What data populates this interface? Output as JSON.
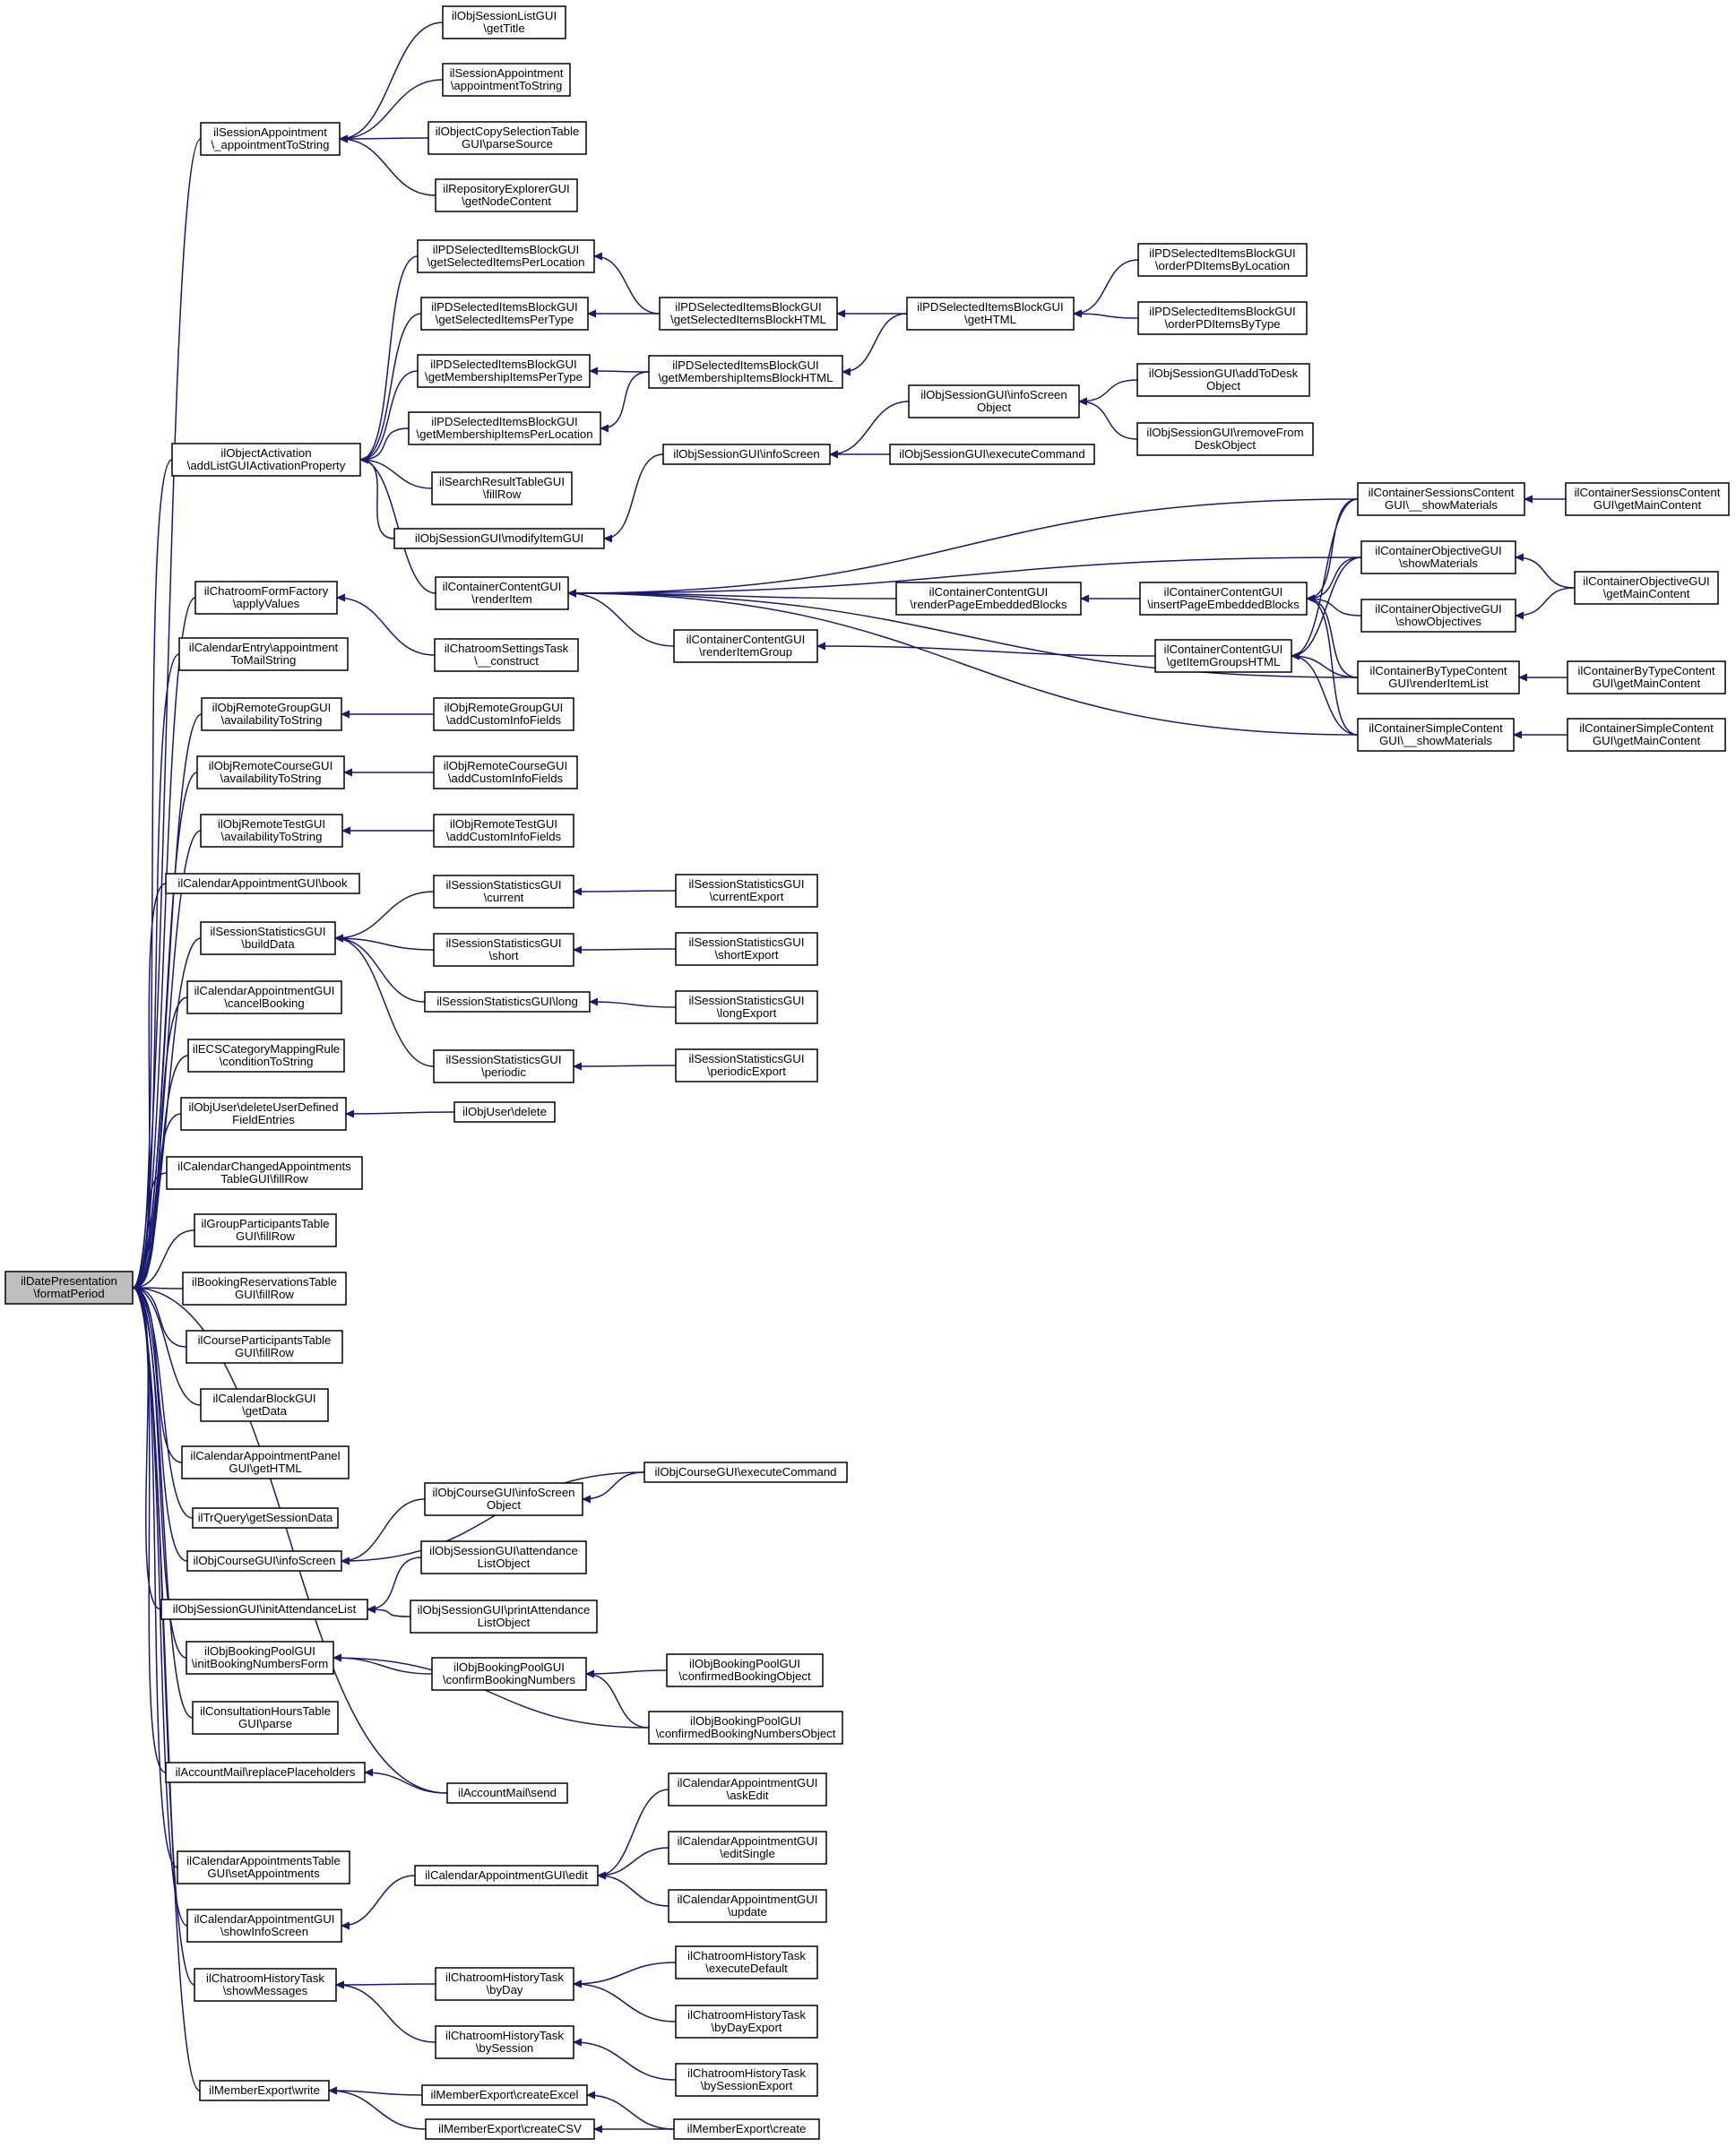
{
  "graph_type": "caller graph",
  "colors": {
    "edge": "#191970",
    "node_border": "#000000",
    "node_fill": "#ffffff",
    "root_fill": "#bfbfbf"
  },
  "nodes": [
    {
      "id": "root",
      "lines": [
        "ilDatePresentation",
        "\\formatPeriod"
      ]
    },
    {
      "id": "sa_ats",
      "lines": [
        "ilSessionAppointment",
        "\\_appointmentToString"
      ]
    },
    {
      "id": "sl_gettitle",
      "lines": [
        "ilObjSessionListGUI",
        "\\getTitle"
      ]
    },
    {
      "id": "sa_ats2",
      "lines": [
        "ilSessionAppointment",
        "\\appointmentToString"
      ]
    },
    {
      "id": "ocst_parse",
      "lines": [
        "ilObjectCopySelectionTable",
        "GUI\\parseSource"
      ]
    },
    {
      "id": "rex_node",
      "lines": [
        "ilRepositoryExplorerGUI",
        "\\getNodeContent"
      ]
    },
    {
      "id": "oa_add",
      "lines": [
        "ilObjectActivation",
        "\\addListGUIActivationProperty"
      ]
    },
    {
      "id": "pd_sel_loc",
      "lines": [
        "ilPDSelectedItemsBlockGUI",
        "\\getSelectedItemsPerLocation"
      ]
    },
    {
      "id": "pd_sel_type",
      "lines": [
        "ilPDSelectedItemsBlockGUI",
        "\\getSelectedItemsPerType"
      ]
    },
    {
      "id": "pd_mem_type",
      "lines": [
        "ilPDSelectedItemsBlockGUI",
        "\\getMembershipItemsPerType"
      ]
    },
    {
      "id": "pd_mem_loc",
      "lines": [
        "ilPDSelectedItemsBlockGUI",
        "\\getMembershipItemsPerLocation"
      ]
    },
    {
      "id": "pd_sel_html",
      "lines": [
        "ilPDSelectedItemsBlockGUI",
        "\\getSelectedItemsBlockHTML"
      ]
    },
    {
      "id": "pd_mem_html",
      "lines": [
        "ilPDSelectedItemsBlockGUI",
        "\\getMembershipItemsBlockHTML"
      ]
    },
    {
      "id": "pd_html",
      "lines": [
        "ilPDSelectedItemsBlockGUI",
        "\\getHTML"
      ]
    },
    {
      "id": "pd_order_loc",
      "lines": [
        "ilPDSelectedItemsBlockGUI",
        "\\orderPDItemsByLocation"
      ]
    },
    {
      "id": "pd_order_type",
      "lines": [
        "ilPDSelectedItemsBlockGUI",
        "\\orderPDItemsByType"
      ]
    },
    {
      "id": "srt_fill",
      "lines": [
        "ilSearchResultTableGUI",
        "\\fillRow"
      ]
    },
    {
      "id": "os_modify",
      "lines": [
        "ilObjSessionGUI\\modifyItemGUI"
      ]
    },
    {
      "id": "os_info",
      "lines": [
        "ilObjSessionGUI\\infoScreen"
      ]
    },
    {
      "id": "os_infoobj",
      "lines": [
        "ilObjSessionGUI\\infoScreen",
        "Object"
      ]
    },
    {
      "id": "os_exec",
      "lines": [
        "ilObjSessionGUI\\executeCommand"
      ]
    },
    {
      "id": "os_adddesk",
      "lines": [
        "ilObjSessionGUI\\addToDesk",
        "Object"
      ]
    },
    {
      "id": "os_remdesk",
      "lines": [
        "ilObjSessionGUI\\removeFrom",
        "DeskObject"
      ]
    },
    {
      "id": "cc_render",
      "lines": [
        "ilContainerContentGUI",
        "\\renderItem"
      ]
    },
    {
      "id": "cc_rpeb",
      "lines": [
        "ilContainerContentGUI",
        "\\renderPageEmbeddedBlocks"
      ]
    },
    {
      "id": "cc_rig",
      "lines": [
        "ilContainerContentGUI",
        "\\renderItemGroup"
      ]
    },
    {
      "id": "cc_ipeb",
      "lines": [
        "ilContainerContentGUI",
        "\\insertPageEmbeddedBlocks"
      ]
    },
    {
      "id": "cc_gigh",
      "lines": [
        "ilContainerContentGUI",
        "\\getItemGroupsHTML"
      ]
    },
    {
      "id": "csc_show",
      "lines": [
        "ilContainerSessionsContent",
        "GUI\\__showMaterials"
      ]
    },
    {
      "id": "co_showmat",
      "lines": [
        "ilContainerObjectiveGUI",
        "\\showMaterials"
      ]
    },
    {
      "id": "co_showobj",
      "lines": [
        "ilContainerObjectiveGUI",
        "\\showObjectives"
      ]
    },
    {
      "id": "cbt_render",
      "lines": [
        "ilContainerByTypeContent",
        "GUI\\renderItemList"
      ]
    },
    {
      "id": "csim_show",
      "lines": [
        "ilContainerSimpleContent",
        "GUI\\__showMaterials"
      ]
    },
    {
      "id": "csc_main",
      "lines": [
        "ilContainerSessionsContent",
        "GUI\\getMainContent"
      ]
    },
    {
      "id": "co_main",
      "lines": [
        "ilContainerObjectiveGUI",
        "\\getMainContent"
      ]
    },
    {
      "id": "cbt_main",
      "lines": [
        "ilContainerByTypeContent",
        "GUI\\getMainContent"
      ]
    },
    {
      "id": "csim_main",
      "lines": [
        "ilContainerSimpleContent",
        "GUI\\getMainContent"
      ]
    },
    {
      "id": "cf_apply",
      "lines": [
        "ilChatroomFormFactory",
        "\\applyValues"
      ]
    },
    {
      "id": "cst_construct",
      "lines": [
        "ilChatroomSettingsTask",
        "\\__construct"
      ]
    },
    {
      "id": "ce_ats",
      "lines": [
        "ilCalendarEntry\\appointment",
        "ToMailString"
      ]
    },
    {
      "id": "rg_avail",
      "lines": [
        "ilObjRemoteGroupGUI",
        "\\availabilityToString"
      ]
    },
    {
      "id": "rg_add",
      "lines": [
        "ilObjRemoteGroupGUI",
        "\\addCustomInfoFields"
      ]
    },
    {
      "id": "rc_avail",
      "lines": [
        "ilObjRemoteCourseGUI",
        "\\availabilityToString"
      ]
    },
    {
      "id": "rc_add",
      "lines": [
        "ilObjRemoteCourseGUI",
        "\\addCustomInfoFields"
      ]
    },
    {
      "id": "rt_avail",
      "lines": [
        "ilObjRemoteTestGUI",
        "\\availabilityToString"
      ]
    },
    {
      "id": "rt_add",
      "lines": [
        "ilObjRemoteTestGUI",
        "\\addCustomInfoFields"
      ]
    },
    {
      "id": "ca_book",
      "lines": [
        "ilCalendarAppointmentGUI\\book"
      ]
    },
    {
      "id": "ss_build",
      "lines": [
        "ilSessionStatisticsGUI",
        "\\buildData"
      ]
    },
    {
      "id": "ss_current",
      "lines": [
        "ilSessionStatisticsGUI",
        "\\current"
      ]
    },
    {
      "id": "ss_short",
      "lines": [
        "ilSessionStatisticsGUI",
        "\\short"
      ]
    },
    {
      "id": "ss_long",
      "lines": [
        "ilSessionStatisticsGUI\\long"
      ]
    },
    {
      "id": "ss_periodic",
      "lines": [
        "ilSessionStatisticsGUI",
        "\\periodic"
      ]
    },
    {
      "id": "ss_curexp",
      "lines": [
        "ilSessionStatisticsGUI",
        "\\currentExport"
      ]
    },
    {
      "id": "ss_shortexp",
      "lines": [
        "ilSessionStatisticsGUI",
        "\\shortExport"
      ]
    },
    {
      "id": "ss_longexp",
      "lines": [
        "ilSessionStatisticsGUI",
        "\\longExport"
      ]
    },
    {
      "id": "ss_perexp",
      "lines": [
        "ilSessionStatisticsGUI",
        "\\periodicExport"
      ]
    },
    {
      "id": "ca_cancel",
      "lines": [
        "ilCalendarAppointmentGUI",
        "\\cancelBooking"
      ]
    },
    {
      "id": "ecs_cond",
      "lines": [
        "ilECSCategoryMappingRule",
        "\\conditionToString"
      ]
    },
    {
      "id": "ou_delfield",
      "lines": [
        "ilObjUser\\deleteUserDefined",
        "FieldEntries"
      ]
    },
    {
      "id": "ou_delete",
      "lines": [
        "ilObjUser\\delete"
      ]
    },
    {
      "id": "ccat_fill",
      "lines": [
        "ilCalendarChangedAppointments",
        "TableGUI\\fillRow"
      ]
    },
    {
      "id": "gpt_fill",
      "lines": [
        "ilGroupParticipantsTable",
        "GUI\\fillRow"
      ]
    },
    {
      "id": "brt_fill",
      "lines": [
        "ilBookingReservationsTable",
        "GUI\\fillRow"
      ]
    },
    {
      "id": "cpt_fill",
      "lines": [
        "ilCourseParticipantsTable",
        "GUI\\fillRow"
      ]
    },
    {
      "id": "cb_getdata",
      "lines": [
        "ilCalendarBlockGUI",
        "\\getData"
      ]
    },
    {
      "id": "cap_html",
      "lines": [
        "ilCalendarAppointmentPanel",
        "GUI\\getHTML"
      ]
    },
    {
      "id": "trq_sess",
      "lines": [
        "ilTrQuery\\getSessionData"
      ]
    },
    {
      "id": "oc_info",
      "lines": [
        "ilObjCourseGUI\\infoScreen"
      ]
    },
    {
      "id": "oc_infoobj",
      "lines": [
        "ilObjCourseGUI\\infoScreen",
        "Object"
      ]
    },
    {
      "id": "oc_exec",
      "lines": [
        "ilObjCourseGUI\\executeCommand"
      ]
    },
    {
      "id": "os_initatt",
      "lines": [
        "ilObjSessionGUI\\initAttendanceList"
      ]
    },
    {
      "id": "os_attobj",
      "lines": [
        "ilObjSessionGUI\\attendance",
        "ListObject"
      ]
    },
    {
      "id": "os_printatt",
      "lines": [
        "ilObjSessionGUI\\printAttendance",
        "ListObject"
      ]
    },
    {
      "id": "bp_init",
      "lines": [
        "ilObjBookingPoolGUI",
        "\\initBookingNumbersForm"
      ]
    },
    {
      "id": "bp_confirm",
      "lines": [
        "ilObjBookingPoolGUI",
        "\\confirmBookingNumbers"
      ]
    },
    {
      "id": "bp_confobj",
      "lines": [
        "ilObjBookingPoolGUI",
        "\\confirmedBookingObject"
      ]
    },
    {
      "id": "bp_confnum",
      "lines": [
        "ilObjBookingPoolGUI",
        "\\confirmedBookingNumbersObject"
      ]
    },
    {
      "id": "cht_parse",
      "lines": [
        "ilConsultationHoursTable",
        "GUI\\parse"
      ]
    },
    {
      "id": "am_replace",
      "lines": [
        "ilAccountMail\\replacePlaceholders"
      ]
    },
    {
      "id": "am_send",
      "lines": [
        "ilAccountMail\\send"
      ]
    },
    {
      "id": "cat_set",
      "lines": [
        "ilCalendarAppointmentsTable",
        "GUI\\setAppointments"
      ]
    },
    {
      "id": "ca_showinfo",
      "lines": [
        "ilCalendarAppointmentGUI",
        "\\showInfoScreen"
      ]
    },
    {
      "id": "ca_edit",
      "lines": [
        "ilCalendarAppointmentGUI\\edit"
      ]
    },
    {
      "id": "ca_askedit",
      "lines": [
        "ilCalendarAppointmentGUI",
        "\\askEdit"
      ]
    },
    {
      "id": "ca_editsingle",
      "lines": [
        "ilCalendarAppointmentGUI",
        "\\editSingle"
      ]
    },
    {
      "id": "ca_update",
      "lines": [
        "ilCalendarAppointmentGUI",
        "\\update"
      ]
    },
    {
      "id": "ch_show",
      "lines": [
        "ilChatroomHistoryTask",
        "\\showMessages"
      ]
    },
    {
      "id": "ch_byday",
      "lines": [
        "ilChatroomHistoryTask",
        "\\byDay"
      ]
    },
    {
      "id": "ch_bysess",
      "lines": [
        "ilChatroomHistoryTask",
        "\\bySession"
      ]
    },
    {
      "id": "ch_execdef",
      "lines": [
        "ilChatroomHistoryTask",
        "\\executeDefault"
      ]
    },
    {
      "id": "ch_bydayexp",
      "lines": [
        "ilChatroomHistoryTask",
        "\\byDayExport"
      ]
    },
    {
      "id": "ch_bysessexp",
      "lines": [
        "ilChatroomHistoryTask",
        "\\bySessionExport"
      ]
    },
    {
      "id": "me_write",
      "lines": [
        "ilMemberExport\\write"
      ]
    },
    {
      "id": "me_excel",
      "lines": [
        "ilMemberExport\\createExcel"
      ]
    },
    {
      "id": "me_csv",
      "lines": [
        "ilMemberExport\\createCSV"
      ]
    },
    {
      "id": "me_create",
      "lines": [
        "ilMemberExport\\create"
      ]
    }
  ],
  "edges": [
    [
      "sa_ats",
      "root"
    ],
    [
      "oa_add",
      "root"
    ],
    [
      "cf_apply",
      "root"
    ],
    [
      "ce_ats",
      "root"
    ],
    [
      "rg_avail",
      "root"
    ],
    [
      "rc_avail",
      "root"
    ],
    [
      "rt_avail",
      "root"
    ],
    [
      "ca_book",
      "root"
    ],
    [
      "ss_build",
      "root"
    ],
    [
      "ca_cancel",
      "root"
    ],
    [
      "ecs_cond",
      "root"
    ],
    [
      "ou_delfield",
      "root"
    ],
    [
      "ccat_fill",
      "root"
    ],
    [
      "gpt_fill",
      "root"
    ],
    [
      "brt_fill",
      "root"
    ],
    [
      "cpt_fill",
      "root"
    ],
    [
      "cb_getdata",
      "root"
    ],
    [
      "cap_html",
      "root"
    ],
    [
      "trq_sess",
      "root"
    ],
    [
      "oc_info",
      "root"
    ],
    [
      "os_initatt",
      "root"
    ],
    [
      "bp_init",
      "root"
    ],
    [
      "cht_parse",
      "root"
    ],
    [
      "am_replace",
      "root"
    ],
    [
      "am_send",
      "root"
    ],
    [
      "cat_set",
      "root"
    ],
    [
      "ca_showinfo",
      "root"
    ],
    [
      "ch_show",
      "root"
    ],
    [
      "me_write",
      "root"
    ],
    [
      "sl_gettitle",
      "sa_ats"
    ],
    [
      "sa_ats2",
      "sa_ats"
    ],
    [
      "ocst_parse",
      "sa_ats"
    ],
    [
      "rex_node",
      "sa_ats"
    ],
    [
      "pd_sel_loc",
      "oa_add"
    ],
    [
      "pd_sel_type",
      "oa_add"
    ],
    [
      "pd_mem_type",
      "oa_add"
    ],
    [
      "pd_mem_loc",
      "oa_add"
    ],
    [
      "srt_fill",
      "oa_add"
    ],
    [
      "os_modify",
      "oa_add"
    ],
    [
      "cc_render",
      "oa_add"
    ],
    [
      "pd_sel_html",
      "pd_sel_loc"
    ],
    [
      "pd_sel_html",
      "pd_sel_type"
    ],
    [
      "pd_mem_html",
      "pd_mem_type"
    ],
    [
      "pd_mem_html",
      "pd_mem_loc"
    ],
    [
      "pd_html",
      "pd_sel_html"
    ],
    [
      "pd_html",
      "pd_mem_html"
    ],
    [
      "pd_order_loc",
      "pd_html"
    ],
    [
      "pd_order_type",
      "pd_html"
    ],
    [
      "os_info",
      "os_modify"
    ],
    [
      "os_infoobj",
      "os_info"
    ],
    [
      "os_exec",
      "os_info"
    ],
    [
      "os_adddesk",
      "os_infoobj"
    ],
    [
      "os_remdesk",
      "os_infoobj"
    ],
    [
      "csc_show",
      "cc_render"
    ],
    [
      "co_showmat",
      "cc_render"
    ],
    [
      "cc_rpeb",
      "cc_render"
    ],
    [
      "cc_rig",
      "cc_render"
    ],
    [
      "cbt_render",
      "cc_render"
    ],
    [
      "csim_show",
      "cc_render"
    ],
    [
      "cc_ipeb",
      "cc_rpeb"
    ],
    [
      "cc_gigh",
      "cc_rig"
    ],
    [
      "csc_show",
      "cc_ipeb"
    ],
    [
      "co_showmat",
      "cc_ipeb"
    ],
    [
      "co_showobj",
      "cc_ipeb"
    ],
    [
      "cbt_render",
      "cc_ipeb"
    ],
    [
      "csim_show",
      "cc_ipeb"
    ],
    [
      "csc_show",
      "cc_gigh"
    ],
    [
      "co_showmat",
      "cc_gigh"
    ],
    [
      "cbt_render",
      "cc_gigh"
    ],
    [
      "csim_show",
      "cc_gigh"
    ],
    [
      "csc_main",
      "csc_show"
    ],
    [
      "co_main",
      "co_showmat"
    ],
    [
      "co_main",
      "co_showobj"
    ],
    [
      "cbt_main",
      "cbt_render"
    ],
    [
      "csim_main",
      "csim_show"
    ],
    [
      "cst_construct",
      "cf_apply"
    ],
    [
      "rg_add",
      "rg_avail"
    ],
    [
      "rc_add",
      "rc_avail"
    ],
    [
      "rt_add",
      "rt_avail"
    ],
    [
      "ss_current",
      "ss_build"
    ],
    [
      "ss_short",
      "ss_build"
    ],
    [
      "ss_long",
      "ss_build"
    ],
    [
      "ss_periodic",
      "ss_build"
    ],
    [
      "ss_curexp",
      "ss_current"
    ],
    [
      "ss_shortexp",
      "ss_short"
    ],
    [
      "ss_longexp",
      "ss_long"
    ],
    [
      "ss_perexp",
      "ss_periodic"
    ],
    [
      "ou_delete",
      "ou_delfield"
    ],
    [
      "oc_exec",
      "oc_info"
    ],
    [
      "oc_infoobj",
      "oc_info"
    ],
    [
      "oc_exec",
      "oc_infoobj"
    ],
    [
      "os_attobj",
      "os_initatt"
    ],
    [
      "os_printatt",
      "os_initatt"
    ],
    [
      "bp_confirm",
      "bp_init"
    ],
    [
      "bp_confnum",
      "bp_init"
    ],
    [
      "bp_confobj",
      "bp_confirm"
    ],
    [
      "bp_confnum",
      "bp_confirm"
    ],
    [
      "am_send",
      "am_replace"
    ],
    [
      "ca_edit",
      "ca_showinfo"
    ],
    [
      "ca_askedit",
      "ca_edit"
    ],
    [
      "ca_editsingle",
      "ca_edit"
    ],
    [
      "ca_update",
      "ca_edit"
    ],
    [
      "ch_byday",
      "ch_show"
    ],
    [
      "ch_bysess",
      "ch_show"
    ],
    [
      "ch_execdef",
      "ch_byday"
    ],
    [
      "ch_bydayexp",
      "ch_byday"
    ],
    [
      "ch_bysessexp",
      "ch_bysess"
    ],
    [
      "me_excel",
      "me_write"
    ],
    [
      "me_csv",
      "me_write"
    ],
    [
      "me_create",
      "me_excel"
    ],
    [
      "me_create",
      "me_csv"
    ]
  ]
}
